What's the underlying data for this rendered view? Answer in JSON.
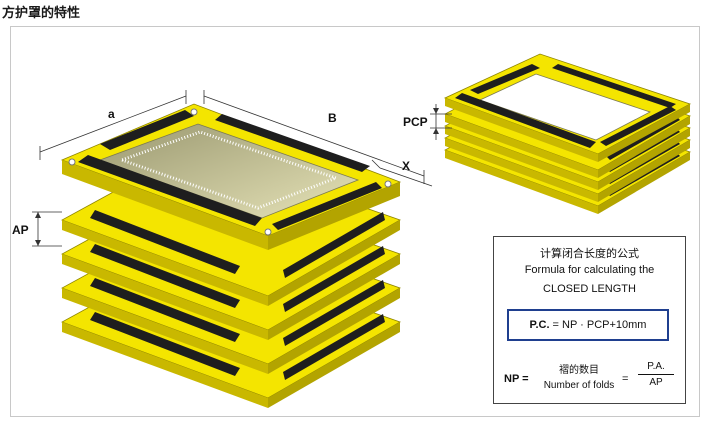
{
  "page": {
    "title": "方护罩的特性"
  },
  "labels": {
    "a": "a",
    "b": "B",
    "x": "X",
    "ap": "AP",
    "pcp": "PCP"
  },
  "formula": {
    "heading_cn": "计算闭合长度的公式",
    "heading_en_1": "Formula for calculating the",
    "heading_en_2": "CLOSED LENGTH",
    "main_bold": "P.C.",
    "main_rest": "= NP · PCP+10mm",
    "np_label": "NP =",
    "folds_cn": "褶的数目",
    "folds_en": "Number of folds",
    "equals": "=",
    "numerator": "P.A.",
    "denominator": "AP"
  },
  "colors": {
    "yellow": "#f4e500",
    "yellow_dark": "#c9b800",
    "black_stripe": "#1e1e1e",
    "formula_border": "#1f3f8f"
  }
}
